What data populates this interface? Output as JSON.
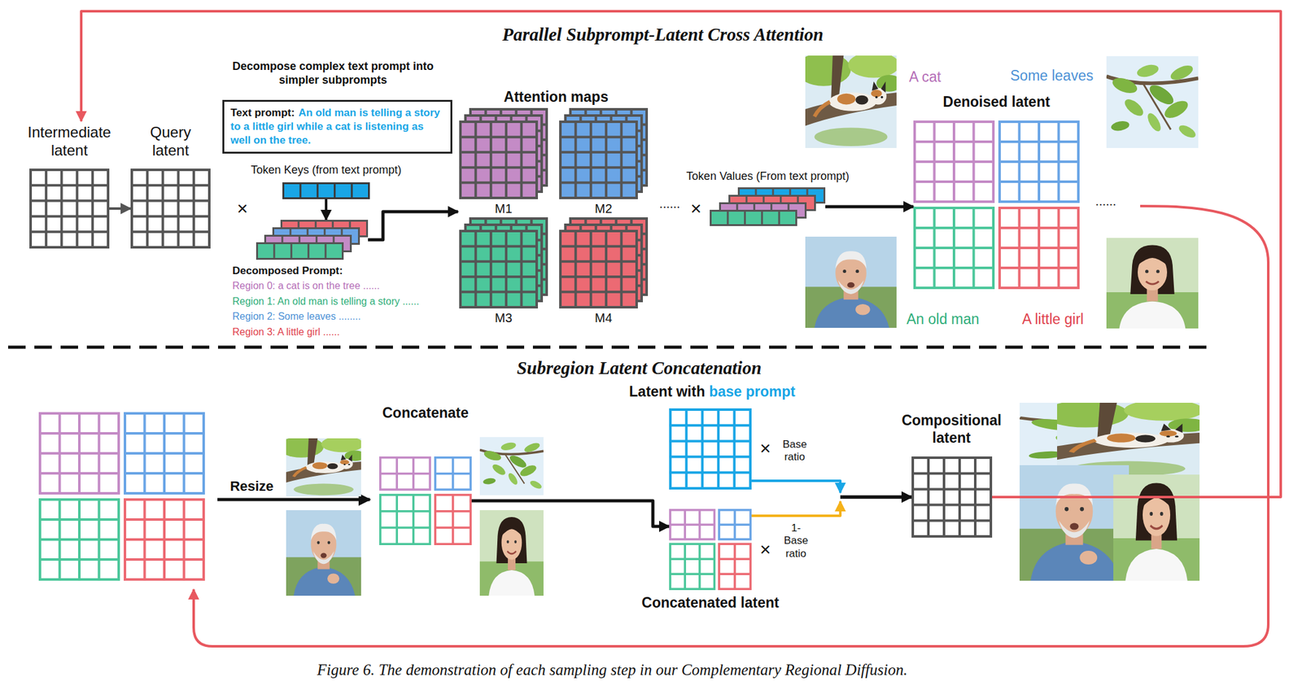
{
  "diagram": {
    "caption": "Figure 6. The demonstration of each sampling step in our Complementary Regional Diffusion.",
    "nodes": [
      {
        "text": [
          "Intermediate latent"
        ]
      },
      {
        "text": [
          "Query latent"
        ]
      },
      {
        "text": [
          "Text prompt:",
          "An old man is telling a story to a little girl while a cat is listening as well on the tree."
        ]
      },
      {
        "text": [
          "Token Keys (from text prompt)"
        ]
      },
      {
        "text": [
          "Decomposed Prompt:"
        ]
      },
      {
        "text": [
          "Attention maps"
        ]
      },
      {
        "text": [
          "M1"
        ],
        "in": 5
      },
      {
        "text": [
          "M2"
        ],
        "in": 5
      },
      {
        "text": [
          "M3"
        ],
        "in": 5
      },
      {
        "text": [
          "M4"
        ],
        "in": 5
      },
      {
        "text": [
          "Token Values (From text prompt)"
        ]
      },
      {
        "text": [
          "Denoised latent"
        ]
      },
      {
        "text": [
          "Concatenate"
        ]
      },
      {
        "text": [
          "Latent with",
          "base prompt"
        ]
      },
      {
        "text": [
          "Concatenated latent"
        ]
      },
      {
        "text": [
          "Compositional latent"
        ]
      }
    ],
    "edges": [
      {
        "from": 0,
        "to": 1,
        "arrow": "to"
      },
      {
        "from": 3,
        "to": 4,
        "arrow": "to"
      },
      {
        "from": 4,
        "to": 5,
        "arrow": "to"
      },
      {
        "from": 10,
        "to": 11,
        "arrow": "to"
      },
      {
        "from": 12,
        "to": 14,
        "arrow": "to"
      },
      {
        "from": 13,
        "to": 15,
        "arrow": "to"
      },
      {
        "from": 14,
        "to": 15,
        "arrow": "to"
      },
      {
        "from": 15,
        "to": 0,
        "arrow": "to"
      }
    ],
    "labels": [
      "Parallel Subprompt-Latent Cross Attention",
      "Decompose complex text prompt into simpler subprompts",
      "×",
      "Region 0: a cat is on the tree ......",
      "Region 1: An old man is telling a story ......",
      "Region 2: Some leaves ........",
      "Region 3: A little girl ......",
      "......",
      "×",
      "A cat",
      "Some leaves",
      "An old man",
      "A little girl",
      "......",
      "Subregion Latent Concatenation",
      "Resize",
      "×",
      "Base ratio",
      "×",
      "1- Base ratio"
    ]
  }
}
